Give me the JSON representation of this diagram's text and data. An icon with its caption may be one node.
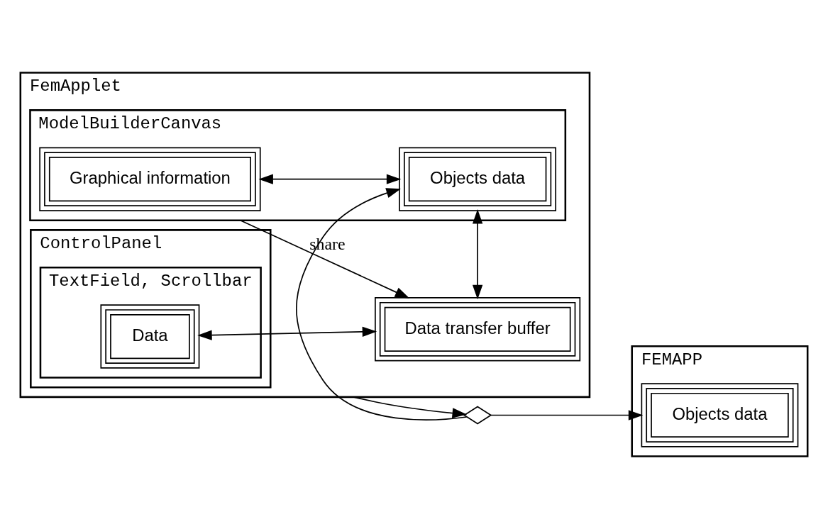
{
  "diagram": {
    "nodes": [
      {
        "text": [
          "FemApplet"
        ]
      },
      {
        "text": [
          "ControlPanel"
        ],
        "in": 0
      },
      {
        "text": [
          "TextField, Scrollbar"
        ],
        "in": 1
      },
      {
        "text": [
          "Data"
        ],
        "in": 2
      },
      {
        "text": [
          "Data transfer buffer"
        ],
        "in": 0
      },
      {
        "text": [
          "ModelBuilderCanvas"
        ],
        "in": 0
      },
      {
        "text": [
          "Graphical information"
        ],
        "in": 5
      },
      {
        "text": [
          "Objects data"
        ],
        "in": 5
      },
      {
        "text": [
          "FEMAPP"
        ]
      },
      {
        "text": [
          "Objects data"
        ],
        "in": 8
      },
      {
        "text": [],
        "shape": "valve"
      }
    ],
    "edges": [
      {
        "from": 3,
        "to": 4,
        "arrow": "both"
      },
      {
        "from": 4,
        "to": 7,
        "arrow": "both"
      },
      {
        "from": 6,
        "to": 7,
        "arrow": "both"
      },
      {
        "from": 5,
        "to": 4,
        "arrow": "to",
        "label": "share"
      },
      {
        "from": 0,
        "to": 10,
        "arrow": "to"
      },
      {
        "from": 10,
        "to": 7,
        "arrow": "to"
      },
      {
        "from": 10,
        "to": 9,
        "arrow": "to"
      }
    ]
  }
}
